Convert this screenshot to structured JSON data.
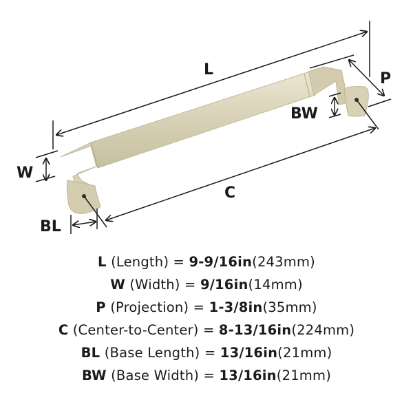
{
  "diagram": {
    "labels": {
      "L": "L",
      "P": "P",
      "BW": "BW",
      "W": "W",
      "C": "C",
      "BL": "BL"
    },
    "colors": {
      "finish": "#d8d1b6",
      "finish_shadow": "#bfb797",
      "finish_light": "#ebe6d2",
      "line": "#1a1a1a"
    }
  },
  "specs": [
    {
      "code": "L",
      "name": "(Length) = ",
      "inch": "9-9/16in",
      "mm": "(243mm)"
    },
    {
      "code": "W",
      "name": "(Width) = ",
      "inch": "9/16in",
      "mm": "(14mm)"
    },
    {
      "code": "P",
      "name": "(Projection) = ",
      "inch": "1-3/8in",
      "mm": "(35mm)"
    },
    {
      "code": "C",
      "name": "(Center-to-Center) = ",
      "inch": "8-13/16in",
      "mm": "(224mm)"
    },
    {
      "code": "BL",
      "name": "(Base Length) = ",
      "inch": "13/16in",
      "mm": "(21mm)"
    },
    {
      "code": "BW",
      "name": "(Base Width) = ",
      "inch": "13/16in",
      "mm": "(21mm)"
    }
  ]
}
